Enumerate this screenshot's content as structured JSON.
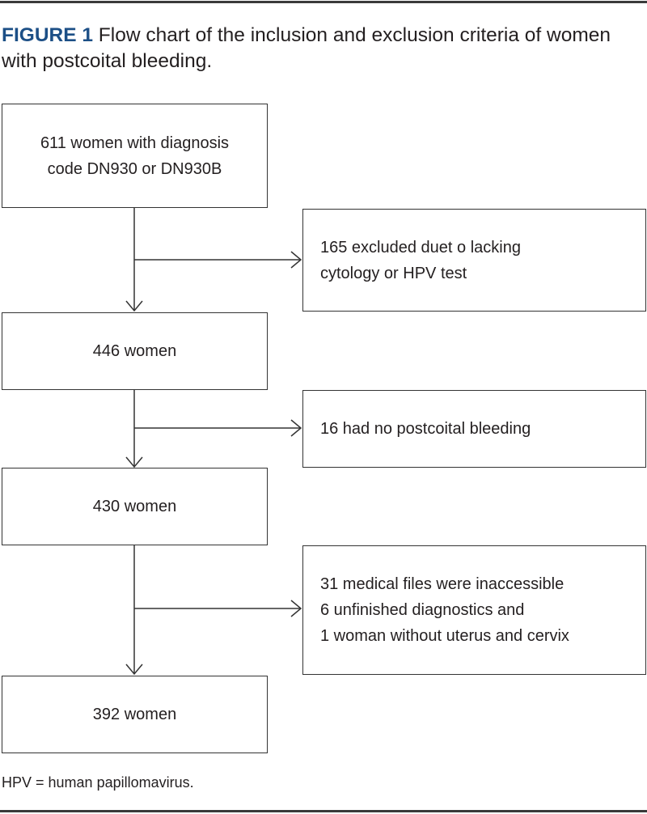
{
  "caption": {
    "label": "FIGURE 1",
    "text": " Flow chart of the inclusion and exclusion criteria of women with postcoital bleeding."
  },
  "nodes": [
    {
      "text": "611 women with diagnosis\ncode DN930 or DN930B"
    },
    {
      "text": "165 excluded duet o lacking\ncytology or HPV test"
    },
    {
      "text": "446 women"
    },
    {
      "text": "16 had no postcoital bleeding"
    },
    {
      "text": "430 women"
    },
    {
      "text": "31 medical files were inaccessible\n6 unfinished diagnostics and\n1 woman without uterus and cervix"
    },
    {
      "text": "392 women"
    }
  ],
  "footnote": "HPV = human papillomavirus.",
  "colors": {
    "figure_label": "#1c4f86",
    "lines": "#333333"
  }
}
